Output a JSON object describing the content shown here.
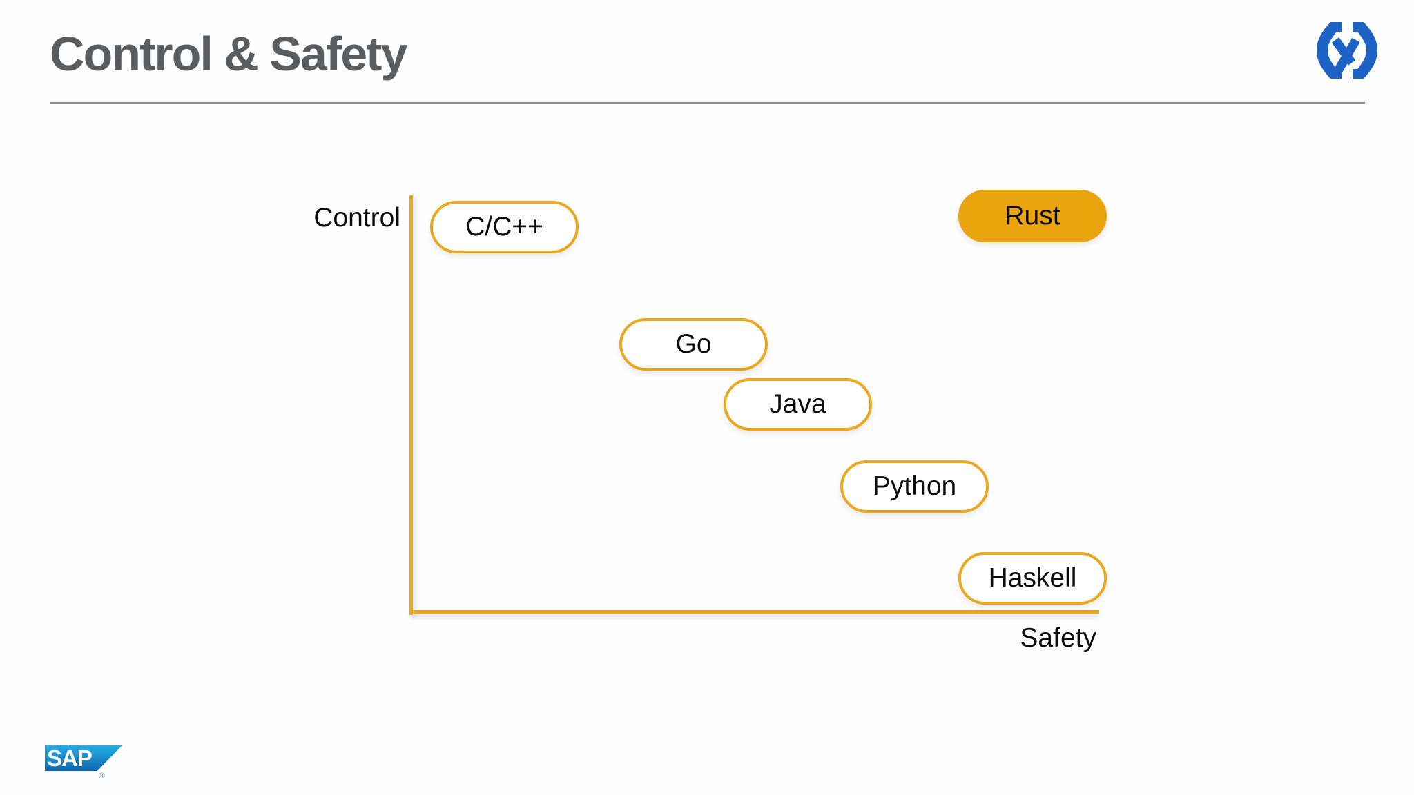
{
  "page": {
    "background": "#FEFEFE"
  },
  "header": {
    "title": "Control & Safety",
    "title_color": "#5B5C5E"
  },
  "brand": {
    "top_right_logo_name": "bracket-gamma-logo",
    "top_right_logo_color": "#1D63C5",
    "sap_text": "SAP",
    "sap_registered": "®"
  },
  "chart_data": {
    "type": "scatter",
    "title": "",
    "xlabel": "Safety",
    "ylabel": "Control",
    "x_range": [
      0,
      1
    ],
    "y_range": [
      0,
      1
    ],
    "grid": false,
    "legend": "none",
    "accent_color": "#EBA81F",
    "highlight_fill": "#EAA50E",
    "points": [
      {
        "label": "C/C++",
        "x": 0.136,
        "y": 0.923,
        "highlighted": false
      },
      {
        "label": "Rust",
        "x": 0.903,
        "y": 0.95,
        "highlighted": true
      },
      {
        "label": "Go",
        "x": 0.411,
        "y": 0.641,
        "highlighted": false
      },
      {
        "label": "Java",
        "x": 0.562,
        "y": 0.498,
        "highlighted": false
      },
      {
        "label": "Python",
        "x": 0.732,
        "y": 0.3,
        "highlighted": false
      },
      {
        "label": "Haskell",
        "x": 0.903,
        "y": 0.08,
        "highlighted": false
      }
    ]
  }
}
